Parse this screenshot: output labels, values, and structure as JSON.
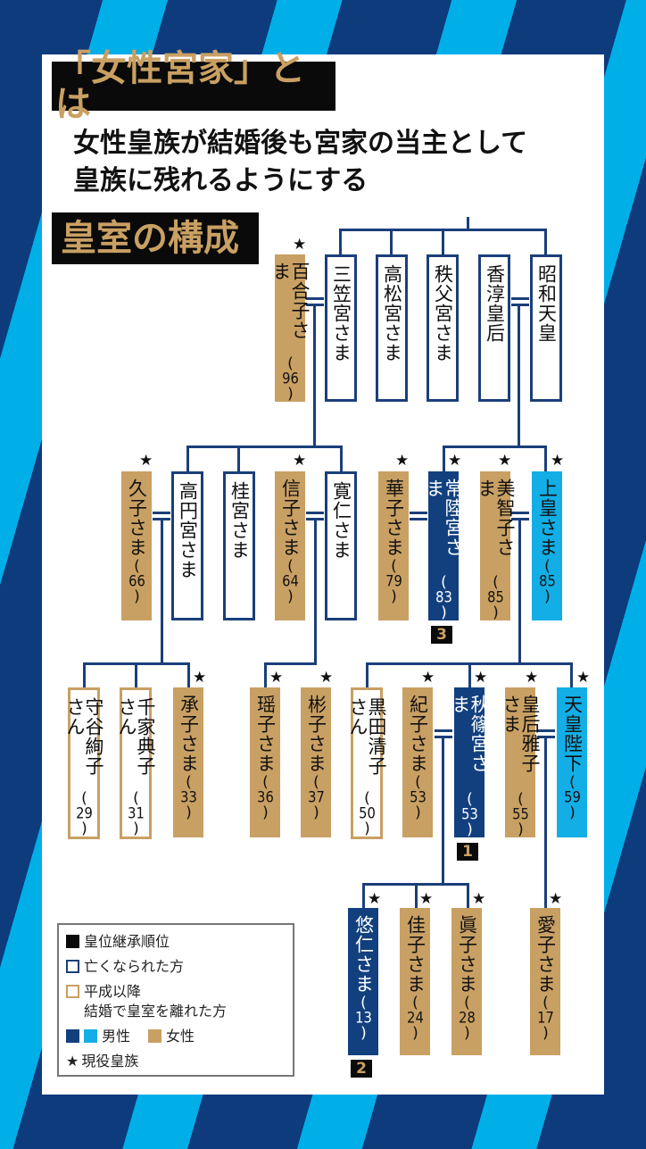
{
  "header": {
    "title": "「女性宮家」とは",
    "subtitle_line1": "女性皇族が結婚後も宮家の当主として",
    "subtitle_line2": "皇族に残れるようにする",
    "section_title": "皇室の構成"
  },
  "colors": {
    "background_dark": "#0e3b7c",
    "background_light": "#00aee8",
    "male_dark": "#12407f",
    "male_light": "#13aee6",
    "female": "#c9a063",
    "line": "#1a3f7a",
    "title_bg": "#0a0a0a",
    "title_text": "#c9a063"
  },
  "generation1": [
    {
      "name": "百合子さま",
      "age": "96",
      "type": "female",
      "active": true
    },
    {
      "name": "三笠宮さま",
      "age": "",
      "type": "deceased",
      "active": false
    },
    {
      "name": "高松宮さま",
      "age": "",
      "type": "deceased",
      "active": false
    },
    {
      "name": "秩父宮さま",
      "age": "",
      "type": "deceased",
      "active": false
    },
    {
      "name": "香淳皇后",
      "age": "",
      "type": "deceased",
      "active": false
    },
    {
      "name": "昭和天皇",
      "age": "",
      "type": "deceased",
      "active": false
    }
  ],
  "generation2": [
    {
      "name": "久子さま",
      "age": "66",
      "type": "female",
      "active": true
    },
    {
      "name": "高円宮さま",
      "age": "",
      "type": "deceased",
      "active": false
    },
    {
      "name": "桂宮さま",
      "age": "",
      "type": "deceased",
      "active": false
    },
    {
      "name": "信子さま",
      "age": "64",
      "type": "female",
      "active": true
    },
    {
      "name": "寛仁さま",
      "age": "",
      "type": "deceased",
      "active": false
    },
    {
      "name": "華子さま",
      "age": "79",
      "type": "female",
      "active": true
    },
    {
      "name": "常陸宮さま",
      "age": "83",
      "type": "male_dark",
      "active": true,
      "succession": "3"
    },
    {
      "name": "美智子さま",
      "age": "85",
      "type": "female",
      "active": true
    },
    {
      "name": "上皇さま",
      "age": "85",
      "type": "male_light",
      "active": true
    }
  ],
  "generation3": [
    {
      "name": "守谷絢子さん",
      "age": "29",
      "type": "left_by_marriage",
      "active": false
    },
    {
      "name": "千家典子さん",
      "age": "31",
      "type": "left_by_marriage",
      "active": false
    },
    {
      "name": "承子さま",
      "age": "33",
      "type": "female",
      "active": true
    },
    {
      "name": "瑶子さま",
      "age": "36",
      "type": "female",
      "active": true
    },
    {
      "name": "彬子さま",
      "age": "37",
      "type": "female",
      "active": true
    },
    {
      "name": "黒田清子さん",
      "age": "50",
      "type": "left_by_marriage",
      "active": false
    },
    {
      "name": "紀子さま",
      "age": "53",
      "type": "female",
      "active": true
    },
    {
      "name": "秋篠宮さま",
      "age": "53",
      "type": "male_dark",
      "active": true,
      "succession": "1"
    },
    {
      "name": "皇后雅子さま",
      "age": "55",
      "type": "female",
      "active": true
    },
    {
      "name": "天皇陛下",
      "age": "59",
      "type": "male_light",
      "active": true
    }
  ],
  "generation4": [
    {
      "name": "悠仁さま",
      "age": "13",
      "type": "male_dark",
      "active": true,
      "succession": "2"
    },
    {
      "name": "佳子さま",
      "age": "24",
      "type": "female",
      "active": true
    },
    {
      "name": "眞子さま",
      "age": "28",
      "type": "female",
      "active": true
    },
    {
      "name": "愛子さま",
      "age": "17",
      "type": "female",
      "active": true
    }
  ],
  "legend": {
    "succession": "皇位継承順位",
    "deceased": "亡くなられた方",
    "left_line1": "平成以降",
    "left_line2": "結婚で皇室を離れた方",
    "male": "男性",
    "female": "女性",
    "active": "現役皇族",
    "star_glyph": "★"
  }
}
